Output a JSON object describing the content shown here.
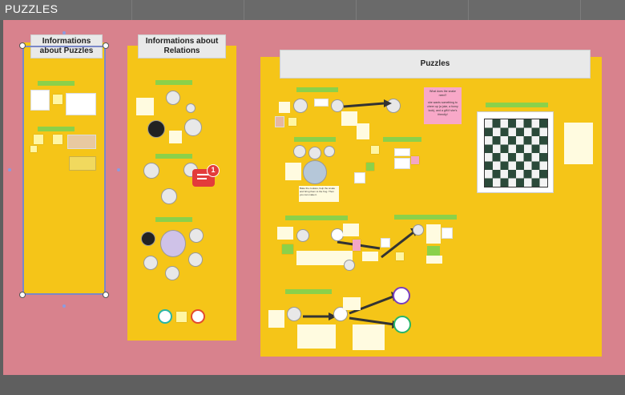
{
  "board": {
    "title": "PUZZLES"
  },
  "frames": {
    "info_puzzles": {
      "title_line1": "Informations",
      "title_line2": "about Puzzles"
    },
    "info_relations": {
      "title_line1": "Informations about",
      "title_line2": "Relations"
    },
    "puzzles": {
      "title": "Puzzles"
    }
  },
  "comments": {
    "count": "1"
  },
  "colors": {
    "canvas": "#d8828d",
    "frame": "#f5c518",
    "label": "#8bd14a",
    "selection": "#7b88c8",
    "comment": "#e33b3b"
  },
  "notes": {
    "pink_question": "What does the snake need?",
    "pink_answer": "she wants something to cheer up (a joke, a funny look), and a gift if she's friendly!",
    "potion_text": "Bake the cookies, help the snake and bring them to the frog. Then you can make it."
  }
}
